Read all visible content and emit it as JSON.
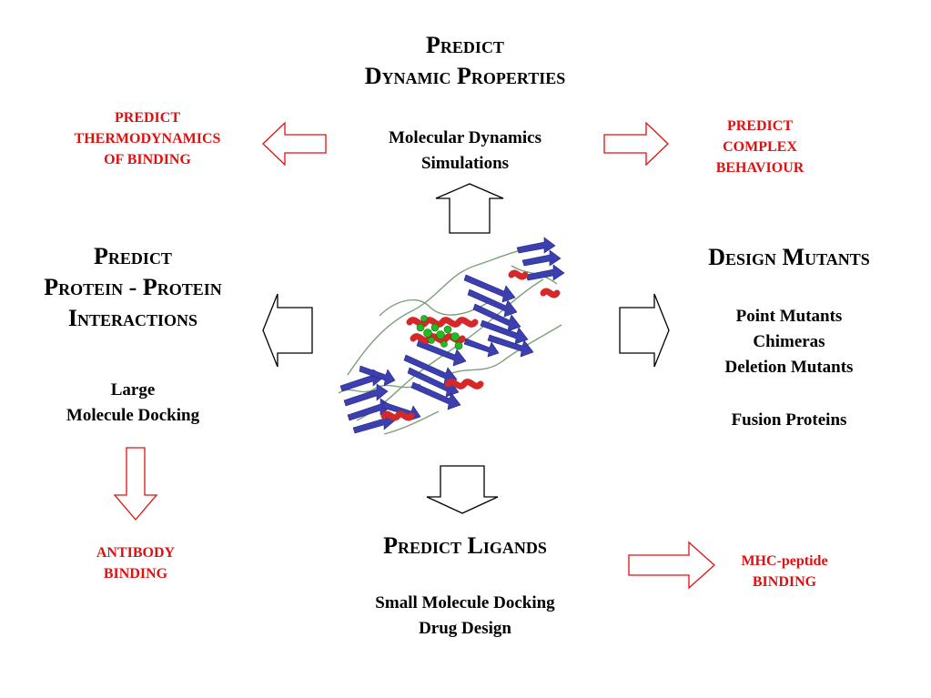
{
  "top": {
    "title_lines": [
      "Predict",
      "Dynamic Properties"
    ],
    "method_lines": [
      "Molecular Dynamics",
      "Simulations"
    ]
  },
  "left": {
    "title_lines": [
      "Predict",
      "Protein - Protein",
      "Interactions"
    ],
    "method_lines": [
      "Large",
      "Molecule Docking"
    ]
  },
  "right": {
    "title_lines": [
      "Design Mutants"
    ],
    "method_lines": [
      "Point Mutants",
      "Chimeras",
      "Deletion Mutants",
      "",
      "Fusion Proteins"
    ]
  },
  "bottom": {
    "title_lines": [
      "Predict Ligands"
    ],
    "method_lines": [
      "Small Molecule Docking",
      "Drug Design"
    ]
  },
  "outcomes": {
    "thermo_lines": [
      "PREDICT",
      "THERMODYNAMICS",
      "OF BINDING"
    ],
    "complex_lines": [
      "PREDICT",
      "COMPLEX",
      "BEHAVIOUR"
    ],
    "antibody_lines": [
      "ANTIBODY",
      "BINDING"
    ],
    "mhc_lines": [
      "MHC-peptide",
      "BINDING"
    ]
  },
  "colors": {
    "outcome_text": "#e01010",
    "outcome_arrow": "#e01010",
    "flow_arrow": "#000000",
    "helix": "#d62828",
    "sheet": "#3b3fb0",
    "ligand": "#22bb22",
    "coil": "#7aa07a"
  }
}
